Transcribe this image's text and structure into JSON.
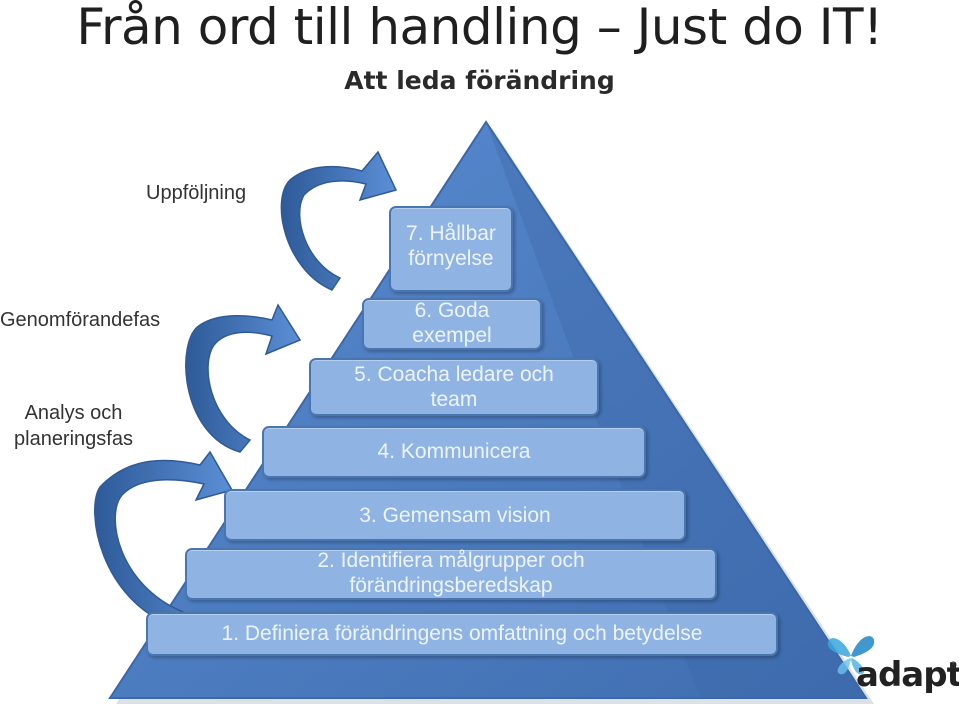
{
  "title": "Från ord till handling – Just do IT!",
  "subtitle": "Att leda förändring",
  "phases": {
    "followup": "Uppföljning",
    "implementation": "Genomförandefas",
    "analysis_line1": "Analys och",
    "analysis_line2": "planeringsfas"
  },
  "steps": [
    {
      "line1": "1. Definiera förändringens omfattning och betydelse",
      "line2": ""
    },
    {
      "line1": "2. Identifiera målgrupper och",
      "line2": "förändringsberedskap"
    },
    {
      "line1": "3. Gemensam vision",
      "line2": ""
    },
    {
      "line1": "4. Kommunicera",
      "line2": ""
    },
    {
      "line1": "5. Coacha ledare och",
      "line2": "team"
    },
    {
      "line1": "6. Goda",
      "line2": "exempel"
    },
    {
      "line1": "7. Hållbar",
      "line2": "förnyelse"
    }
  ],
  "logo": {
    "name": "adaptit",
    "mark": "®"
  },
  "colors": {
    "pyramid": "#4a7cc2",
    "pyramid_edge": "#2f5a96",
    "step_fill": "#8fb4e3",
    "arrow": "#3f6fae"
  }
}
